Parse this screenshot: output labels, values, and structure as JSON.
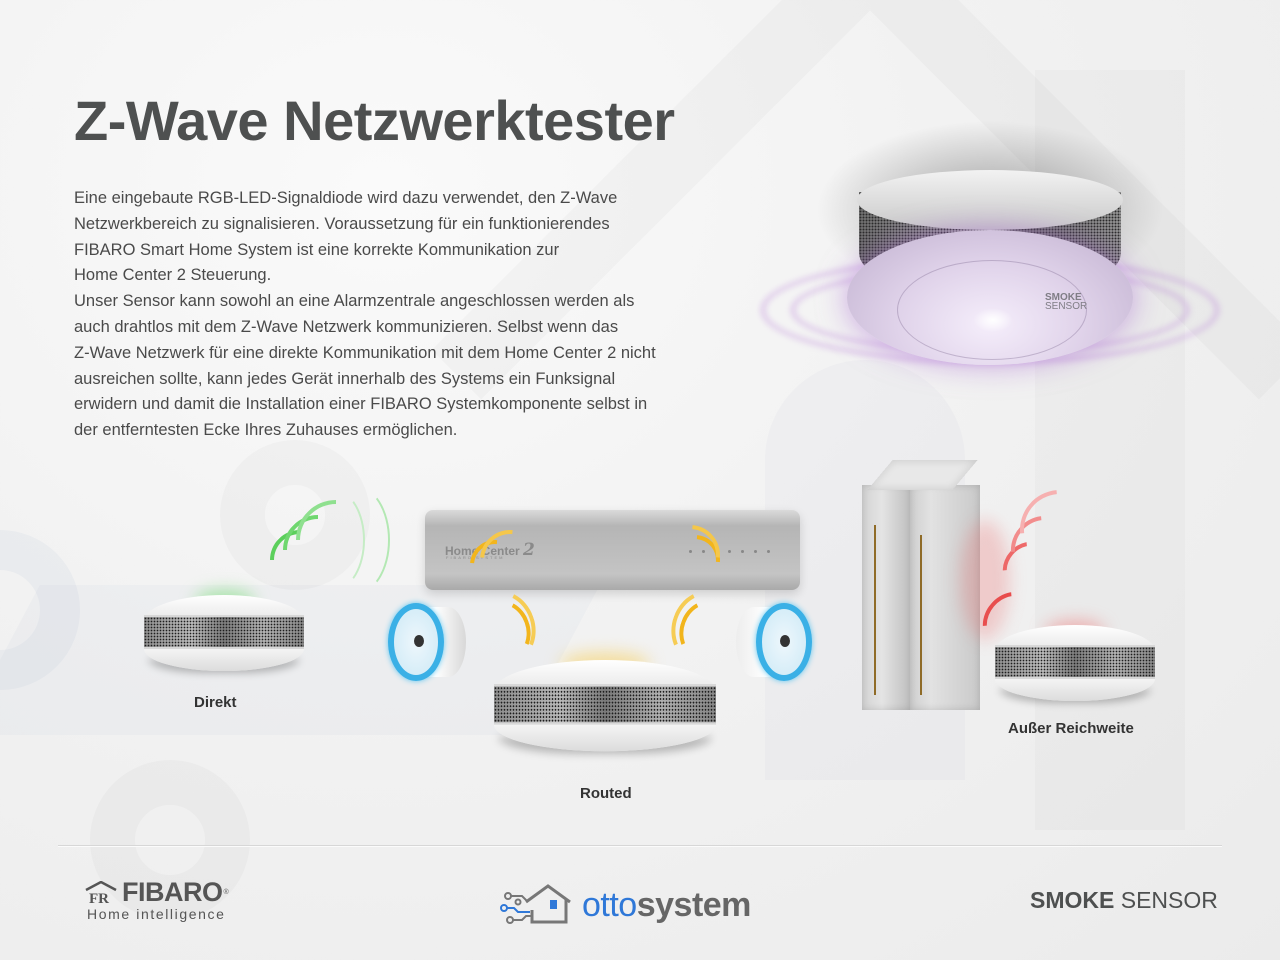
{
  "title": "Z-Wave Netzwerktester",
  "body_lines": [
    "Eine eingebaute RGB-LED-Signaldiode wird dazu verwendet, den Z-Wave",
    "Netzwerkbereich zu signalisieren. Voraussetzung für ein funktionierendes",
    "FIBARO Smart Home System ist eine korrekte Kommunikation zur",
    "Home Center 2 Steuerung.",
    "Unser Sensor kann sowohl an eine Alarmzentrale angeschlossen werden als",
    "auch drahtlos mit dem Z-Wave Netzwerk kommunizieren. Selbst wenn das",
    "Z-Wave Netzwerk für eine direkte Kommunikation mit dem Home Center 2 nicht",
    "ausreichen sollte, kann jedes Gerät innerhalb des Systems ein Funksignal",
    "erwidern und damit die Installation einer FIBARO Systemkomponente selbst in",
    "der entferntesten Ecke Ihres Zuhauses ermöglichen."
  ],
  "hero_device": {
    "brand_line1": "SMOKE",
    "brand_line2": "SENSOR",
    "glow_color": "#b070d8"
  },
  "scenarios": [
    {
      "label": "Direkt",
      "signal_color": "#3ec43e"
    },
    {
      "label": "Routed",
      "signal_color": "#f2b51c"
    },
    {
      "label": "Außer Reichweite",
      "signal_color": "#e83c3c"
    }
  ],
  "home_center": {
    "logo_text": "Home Center",
    "logo_number": "2",
    "sub_text": "FIBARO SYSTEM"
  },
  "footer": {
    "fibaro": {
      "name": "FIBARO",
      "registered": "®",
      "tagline": "Home intelligence"
    },
    "ottosystem": {
      "part1": "otto",
      "part2": "system",
      "accent": "#2f78d8"
    },
    "product": {
      "bold": "SMOKE",
      "regular": "SENSOR"
    }
  }
}
